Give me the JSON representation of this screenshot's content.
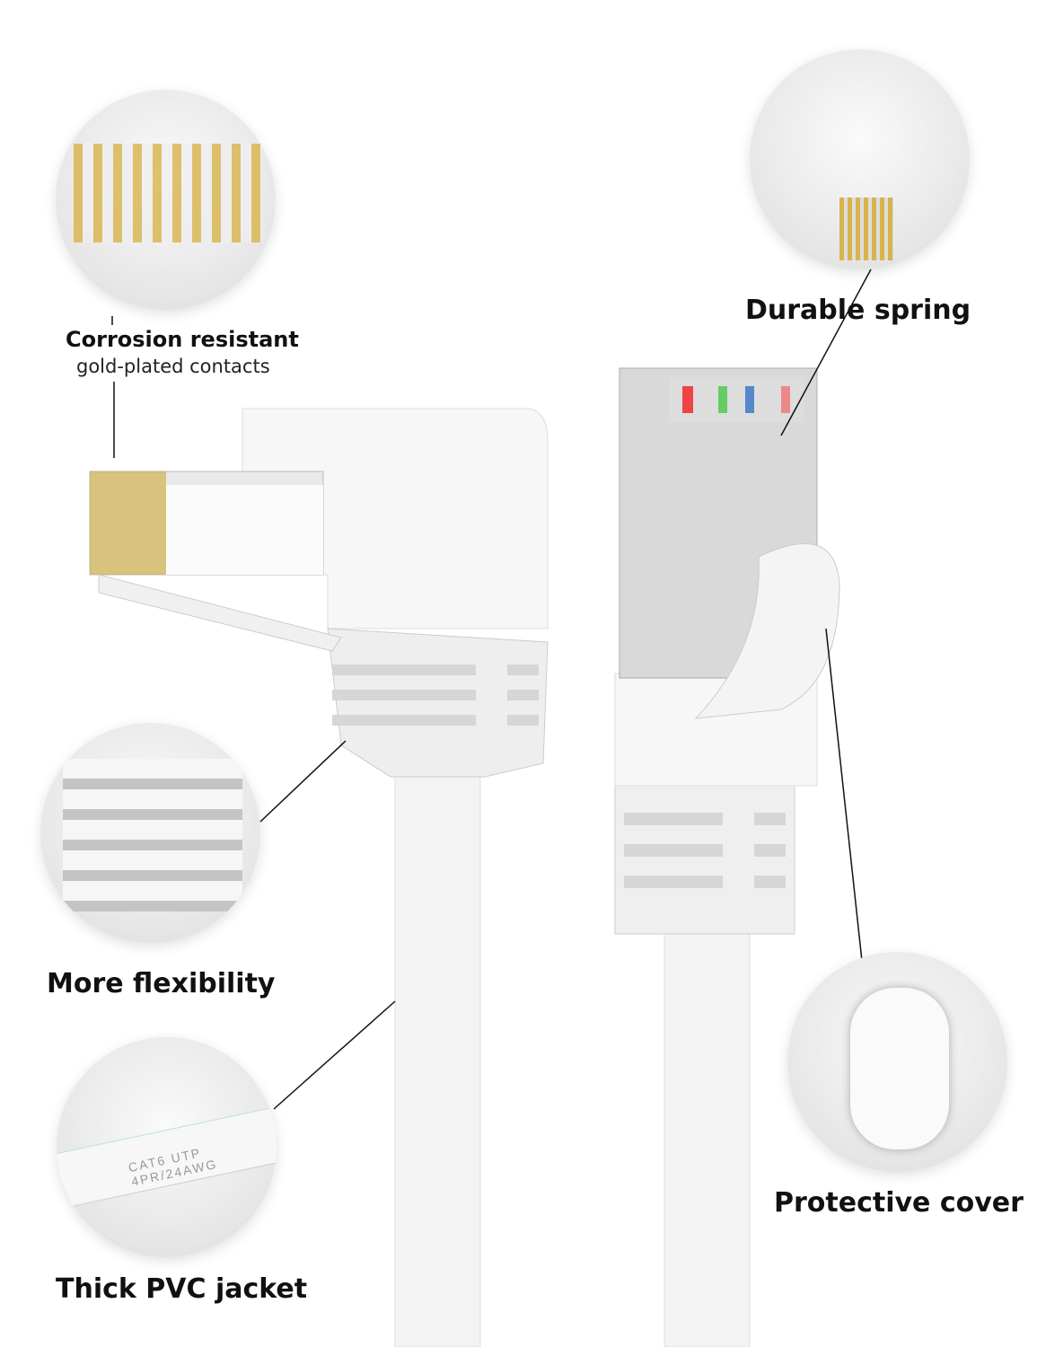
{
  "callouts": {
    "contacts_title": "Corrosion resistant",
    "contacts_sub": "gold-plated contacts",
    "spring": "Durable spring",
    "flexibility": "More flexibility",
    "jacket": "Thick PVC jacket",
    "cover": "Protective cover"
  },
  "cable_print": "CAT6  UTP  4PR/24AWG",
  "colors": {
    "gold": "#c9a227",
    "background": "#ffffff"
  }
}
